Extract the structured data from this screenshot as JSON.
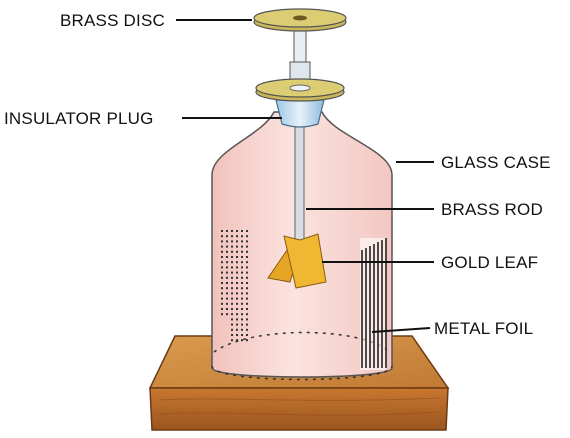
{
  "labels": {
    "brass_disc": "BRASS DISC",
    "insulator_plug": "INSULATOR PLUG",
    "glass_case": "GLASS CASE",
    "brass_rod": "BRASS ROD",
    "gold_leaf": "GOLD LEAF",
    "metal_foil": "METAL FOIL"
  },
  "colors": {
    "glass": "#f6cfc9",
    "brass": "#dccd74",
    "gold_leaf": "#f0b832",
    "wood": "#b86a2c",
    "foil": "#444444"
  }
}
